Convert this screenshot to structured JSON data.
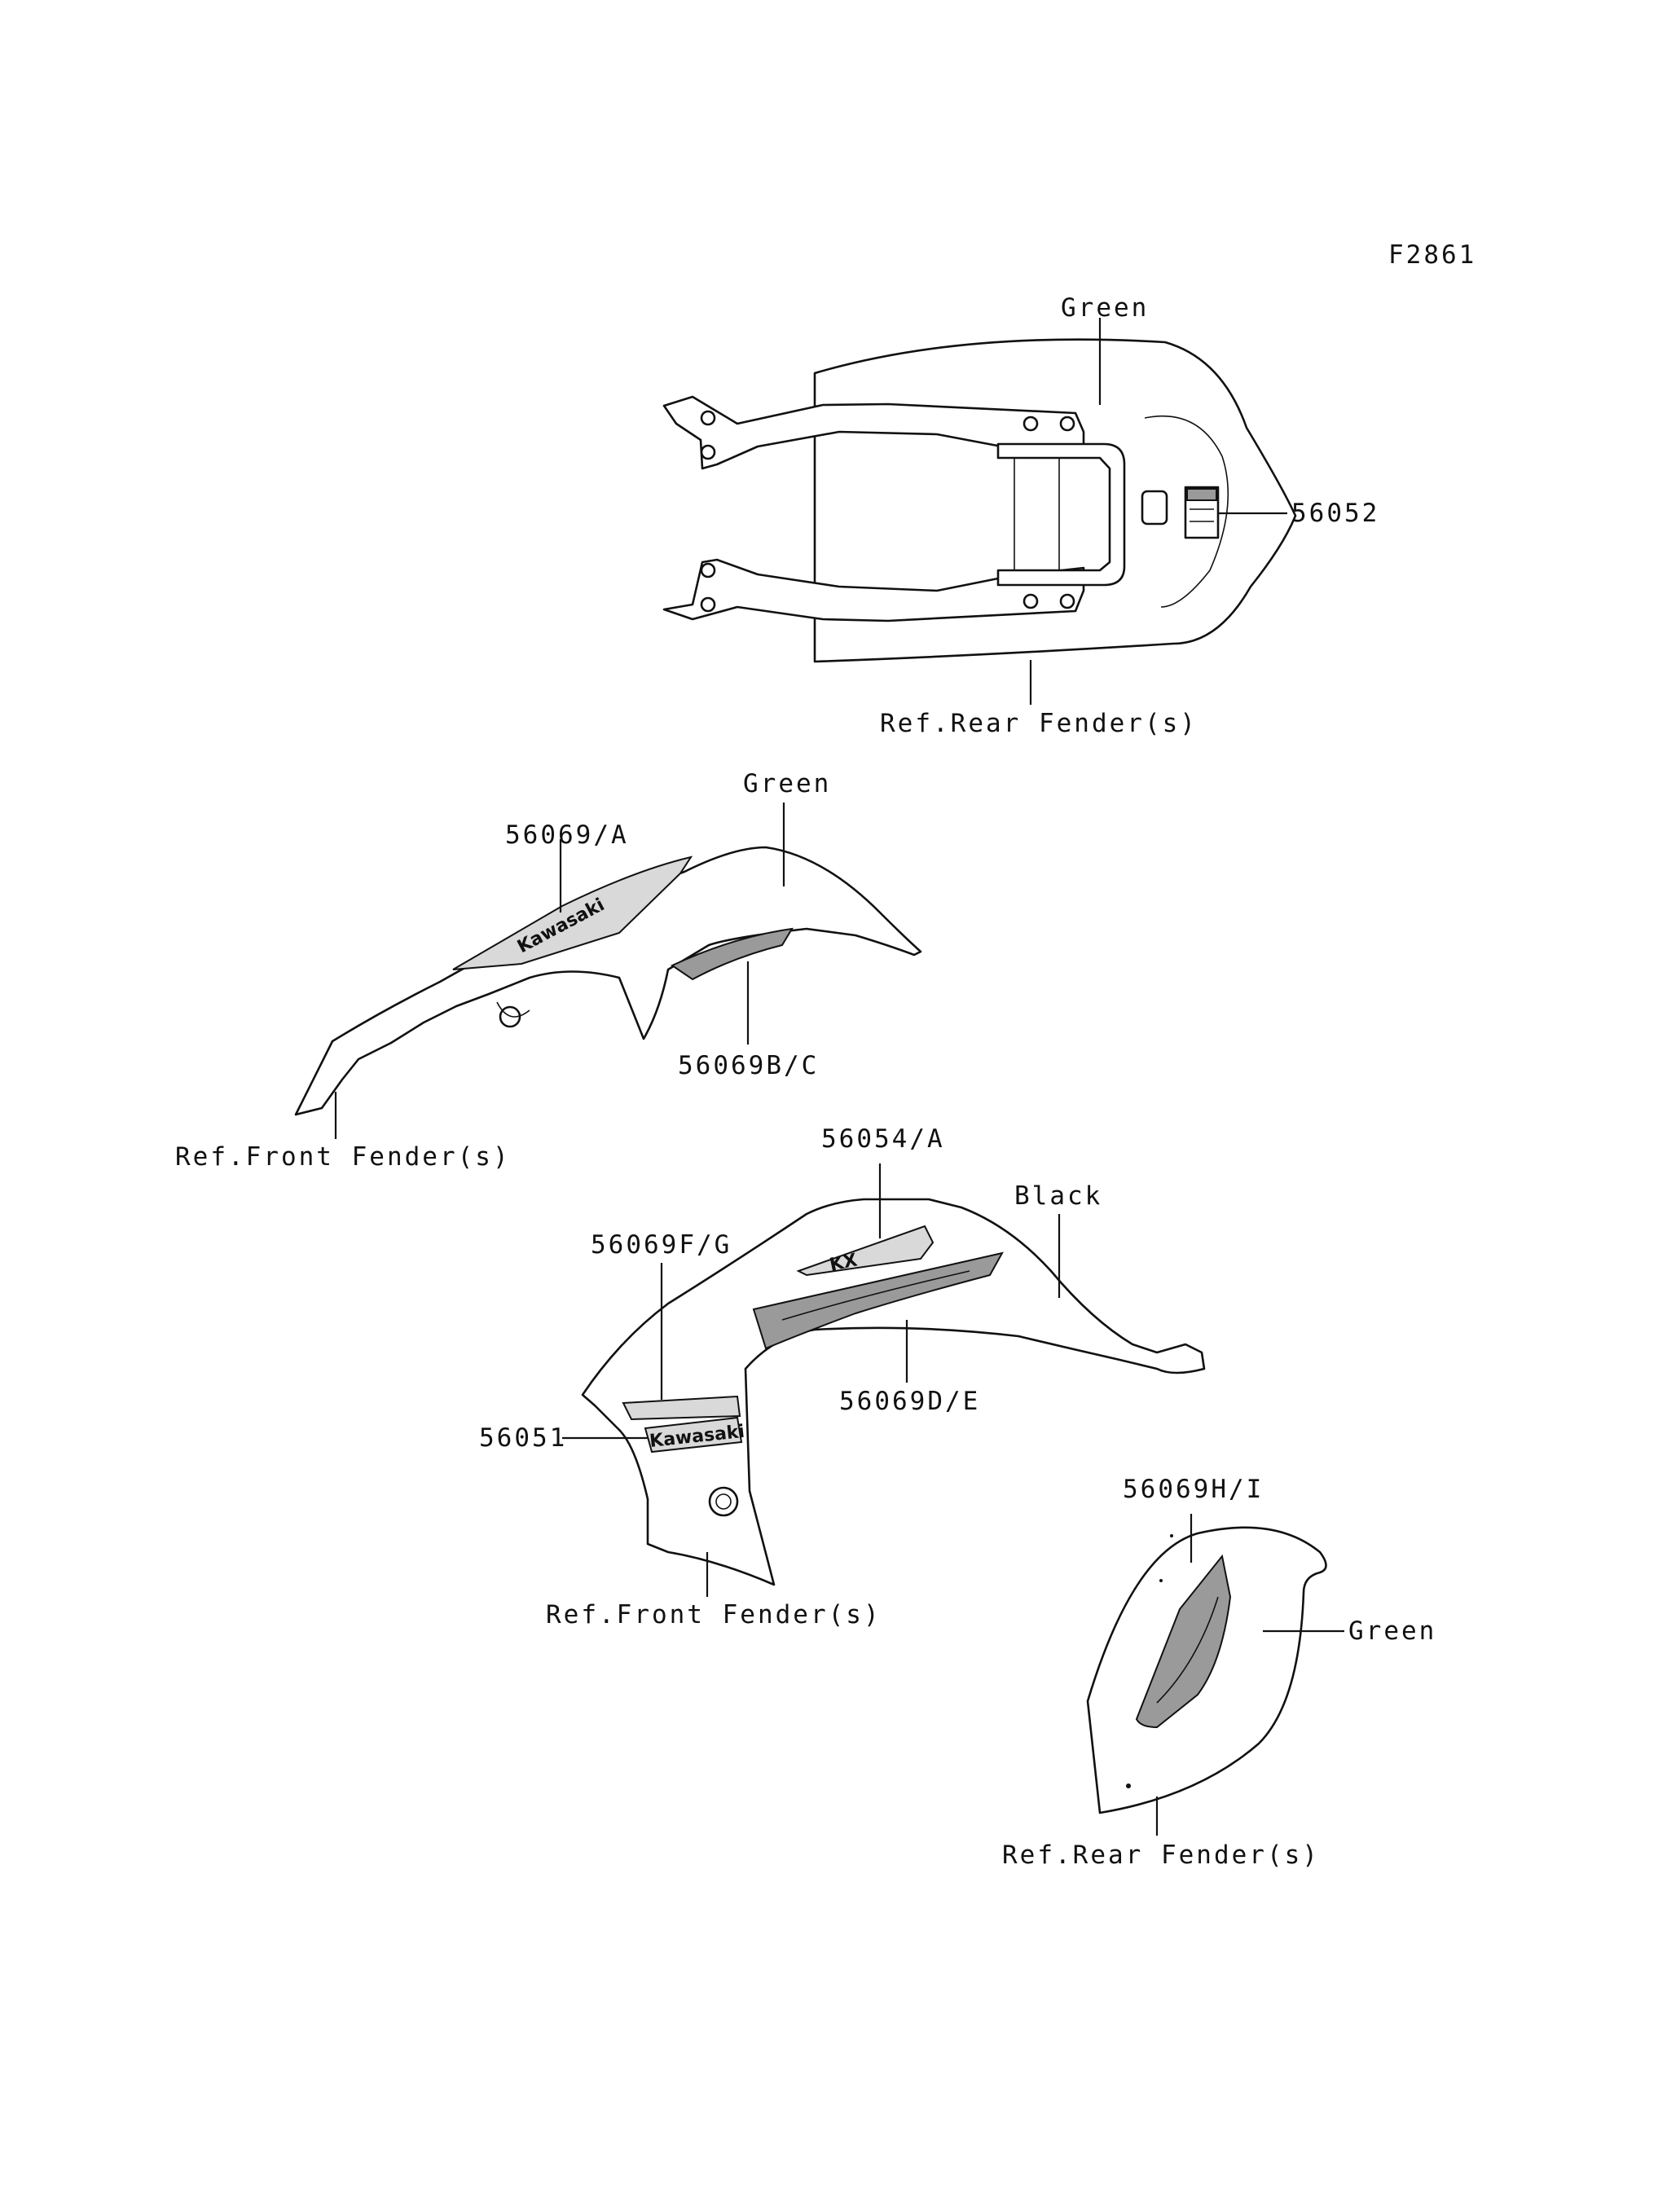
{
  "figure_code": "F2861",
  "groups": {
    "seat_cowl": {
      "color_label": "Green",
      "part_number": "56052",
      "ref_label": "Ref.Rear Fender(s)"
    },
    "front_fender": {
      "color_label": "Green",
      "part_number_upper": "56069/A",
      "part_number_lower": "56069B/C",
      "ref_label": "Ref.Front Fender(s)",
      "decal_logo_text": "Kawasaki"
    },
    "shroud": {
      "color_label": "Black",
      "part_number_logo": "56054/A",
      "part_number_upper_left": "56069F/G",
      "part_number_stripe": "56069D/E",
      "part_number_kawasaki": "56051",
      "ref_label": "Ref.Front Fender(s)",
      "decal_logo_text": "Kawasaki",
      "kx_logo_text": "KX"
    },
    "rear_fender": {
      "color_label": "Green",
      "part_number": "56069H/I",
      "ref_label": "Ref.Rear Fender(s)"
    }
  }
}
